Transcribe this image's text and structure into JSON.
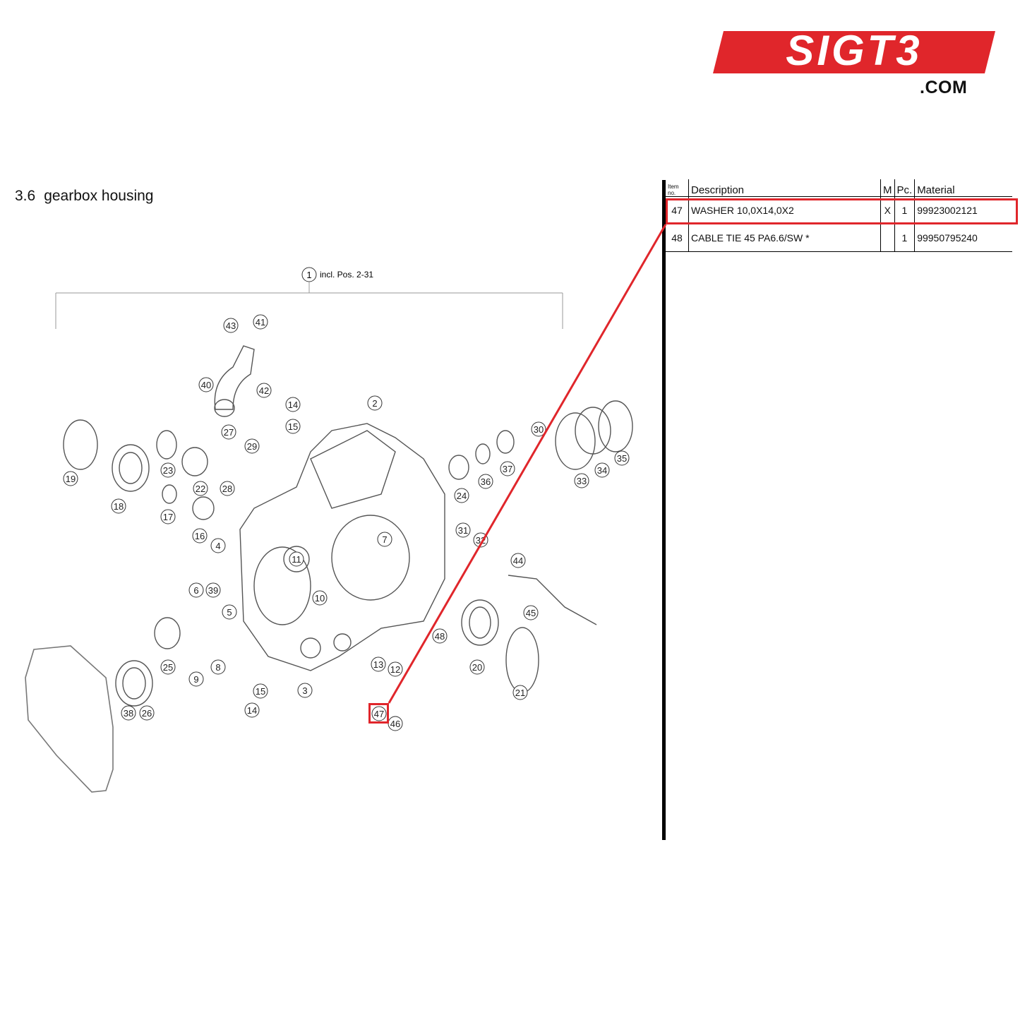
{
  "logo": {
    "text": "SIGT3",
    "suffix": ".COM",
    "color": "#e0262b"
  },
  "section": {
    "number": "3.6",
    "title": "gearbox housing"
  },
  "diagram": {
    "group_label": "incl. Pos. 2-31",
    "group_number": "1",
    "callouts": [
      "43",
      "41",
      "40",
      "42",
      "14",
      "15",
      "2",
      "19",
      "23",
      "22",
      "18",
      "17",
      "27",
      "29",
      "28",
      "16",
      "4",
      "6",
      "39",
      "5",
      "11",
      "10",
      "7",
      "31",
      "32",
      "30",
      "36",
      "37",
      "24",
      "33",
      "34",
      "35",
      "44",
      "45",
      "48",
      "20",
      "21",
      "25",
      "26",
      "38",
      "9",
      "8",
      "3",
      "15",
      "14",
      "13",
      "12",
      "47",
      "46"
    ],
    "highlight_callout": "47"
  },
  "table": {
    "headers": {
      "item": "Item no.",
      "description": "Description",
      "m": "M",
      "pc": "Pc.",
      "material": "Material"
    },
    "rows": [
      {
        "item": "47",
        "description": "WASHER 10,0X14,0X2",
        "m": "X",
        "pc": "1",
        "material": "99923002121"
      },
      {
        "item": "48",
        "description": "CABLE TIE 45 PA6.6/SW *",
        "m": "",
        "pc": "1",
        "material": "99950795240"
      }
    ]
  },
  "highlight_color": "#e0262b"
}
